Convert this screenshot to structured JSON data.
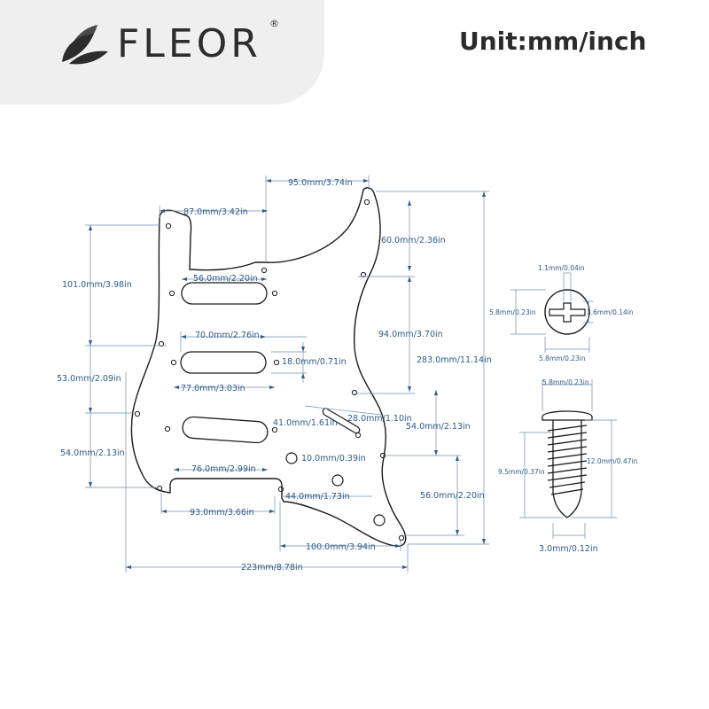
{
  "brand": {
    "name": "FLEOR",
    "reg_mark": "®",
    "logo_icon": "leaf-logo-icon"
  },
  "unit_label": "Unit:mm/inch",
  "colors": {
    "dimension": "#2f5a86",
    "outline": "#1a1a1a",
    "header_bg": "#efefef"
  },
  "dimensions": {
    "top_width": "95.0mm/3.74in",
    "upper_horn_width": "87.0mm/3.42in",
    "horn_height": "60.0mm/2.36in",
    "neck_to_pickup": "101.0mm/3.98in",
    "neck_pickup_width": "56.0mm/2.20in",
    "mid_span": "94.0mm/3.70in",
    "pickup_length": "70.0mm/2.76in",
    "pickup_width": "18.0mm/0.71in",
    "pickup_spacing_a": "53.0mm/2.09in",
    "pickup_outer_length": "77.0mm/3.03in",
    "switch_slot_length": "41.0mm/1.61in",
    "switch_slot_offset": "28.0mm/1.10in",
    "control_area_height": "54.0mm/2.13in",
    "pickup_spacing_b": "54.0mm/2.13in",
    "knob_hole": "10.0mm/0.39in",
    "bridge_width": "76.0mm/2.99in",
    "lower_width": "93.0mm/3.66in",
    "control_spacing": "44.0mm/1.73in",
    "lower_height": "56.0mm/2.20in",
    "control_to_edge": "100.0mm/3.94in",
    "total_length": "283.0mm/11.14in",
    "total_width": "223mm/8.78in"
  },
  "screw": {
    "slot_width": "1.1mm/0.04in",
    "slot_height": "5.8mm/0.23in",
    "slot_depth": "3.6mm/0.14in",
    "head_bottom": "5.8mm/0.23in",
    "head_width": "5.8mm/0.23in",
    "thread_length": "9.5mm/0.37in",
    "total_length": "12.0mm/0.47in",
    "shank_diameter": "3.0mm/0.12in"
  }
}
